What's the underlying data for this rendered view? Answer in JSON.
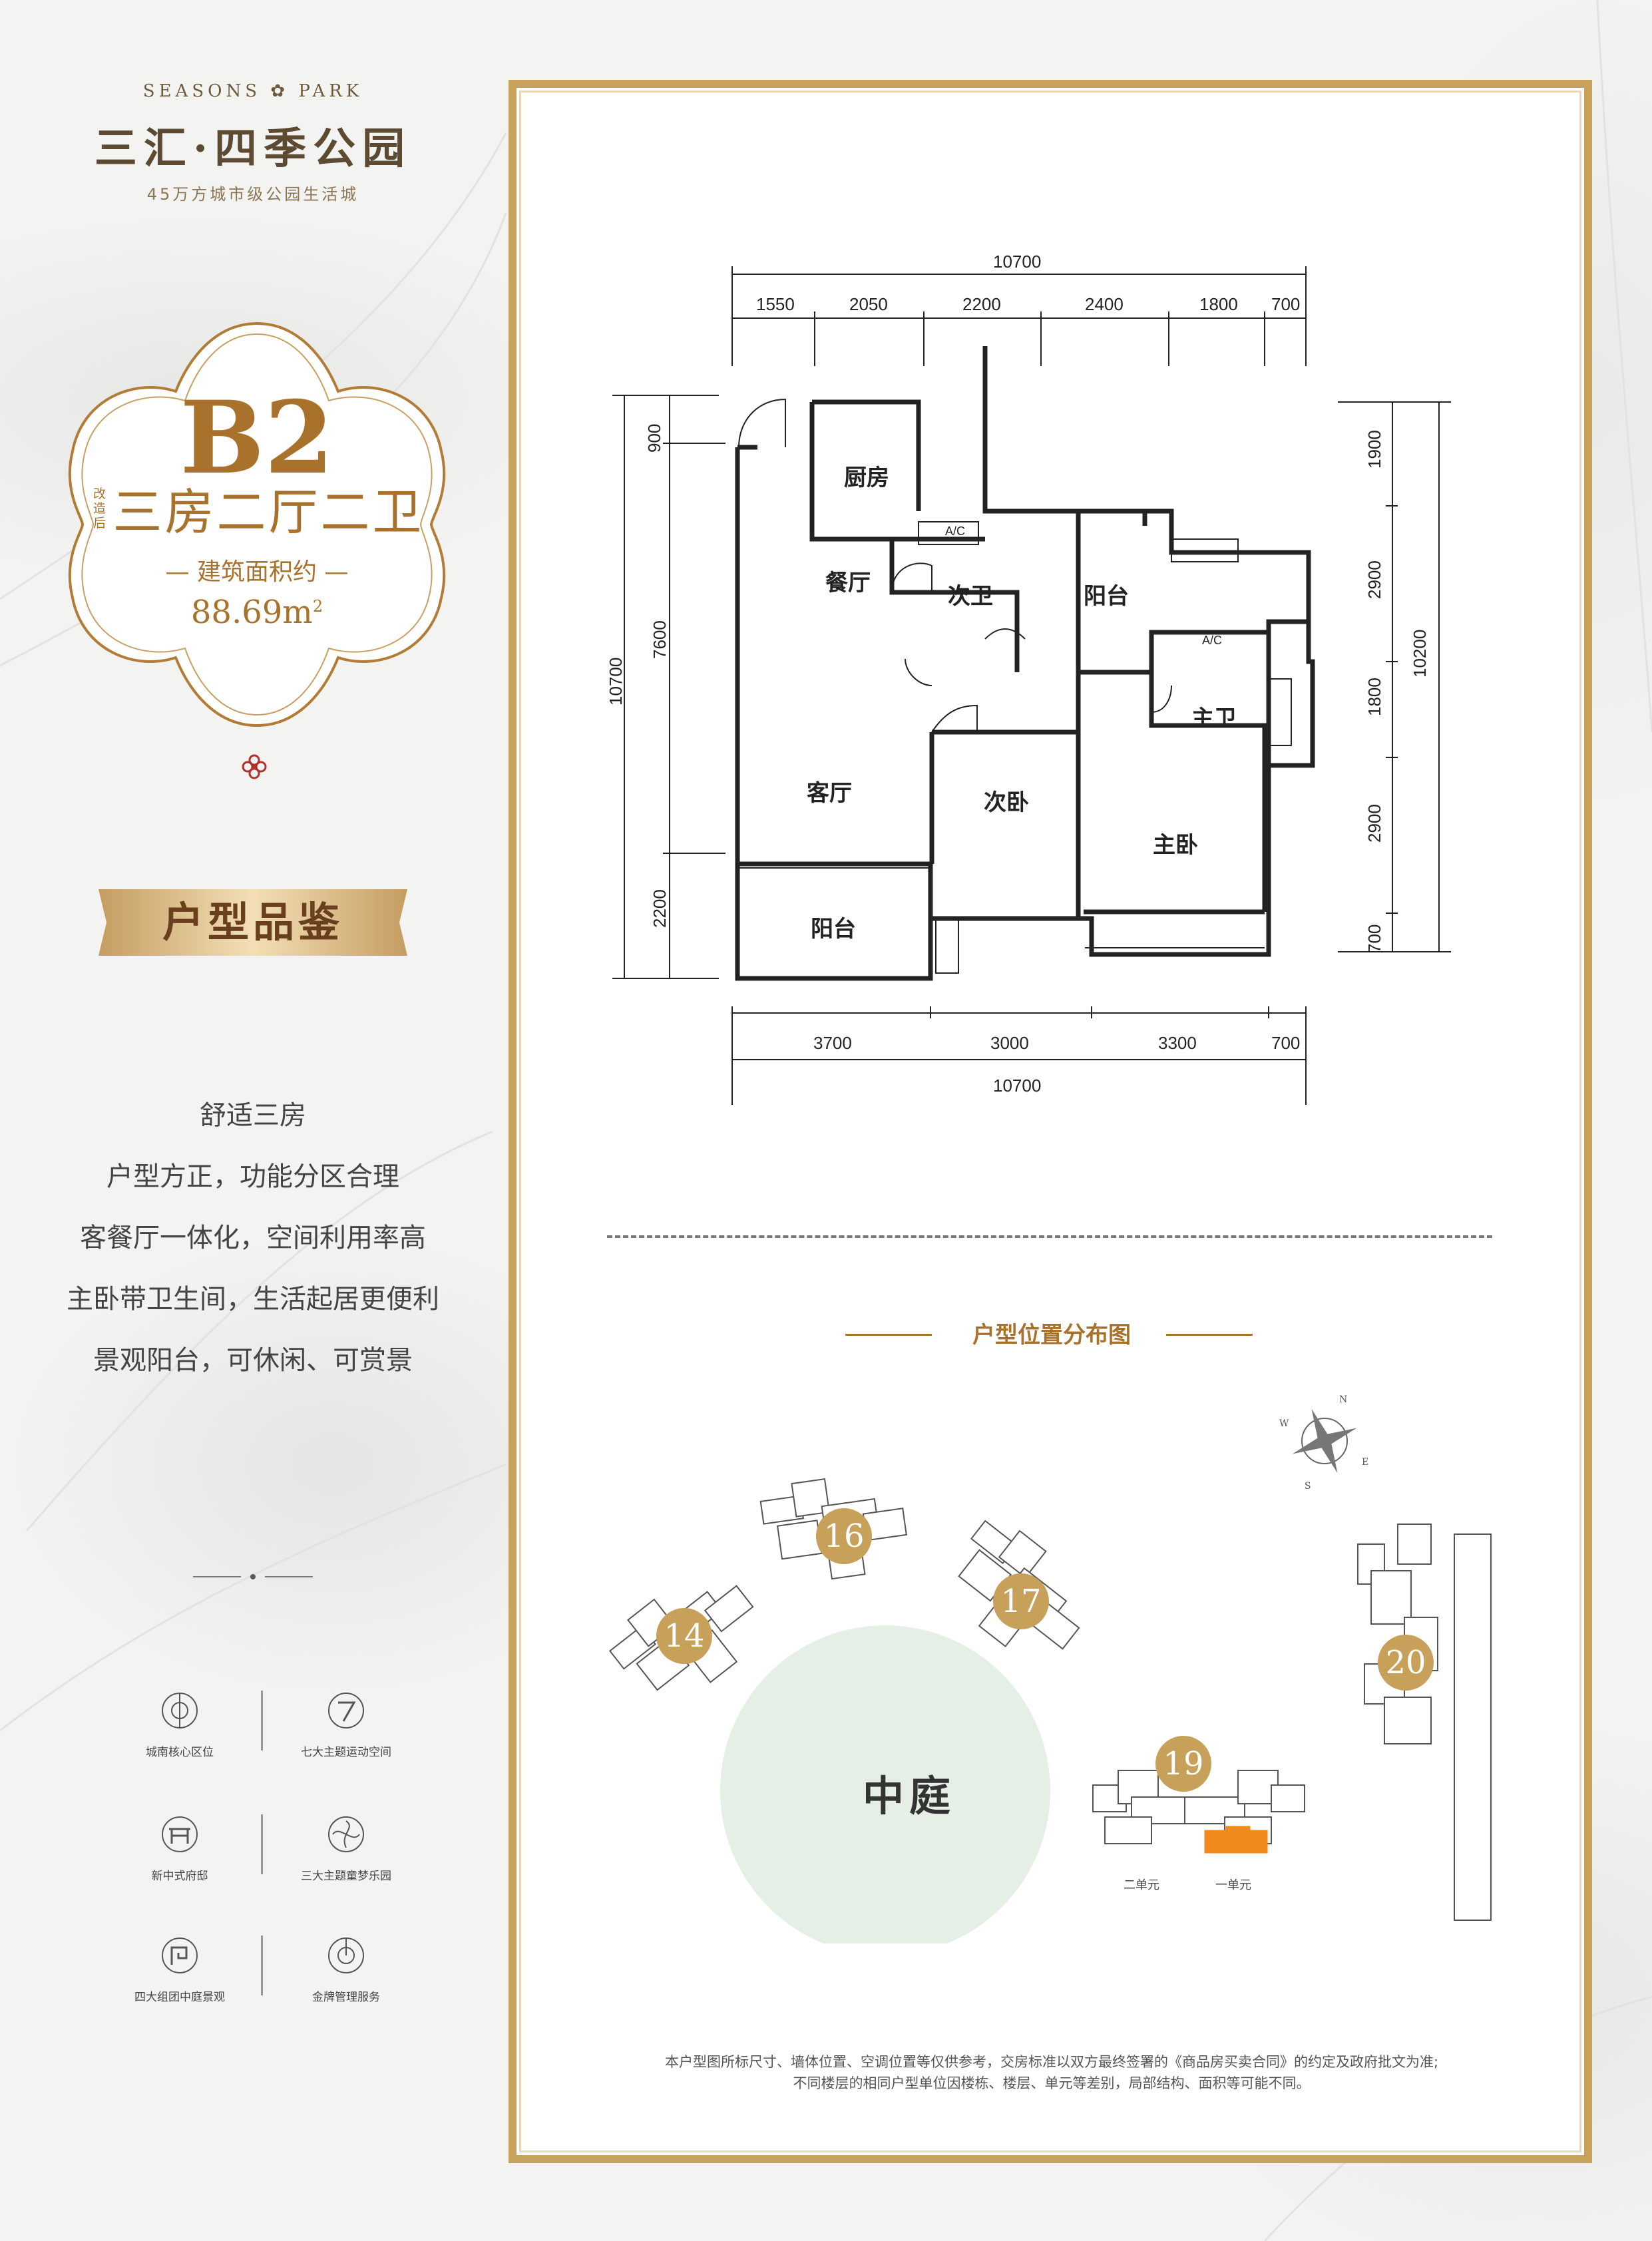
{
  "brand": {
    "name_en": "SEASONS ✿ PARK",
    "name_cn": "三汇·四季公园",
    "tagline": "45万方城市级公园生活城"
  },
  "unit": {
    "code": "B2",
    "note": "改造后",
    "type": "三房二厅二卫",
    "area_label": "— 建筑面积约 —",
    "area_value": "88.69m",
    "area_sup": "2"
  },
  "section_banner": "户型品鉴",
  "features": [
    "舒适三房",
    "户型方正，功能分区合理",
    "客餐厅一体化，空间利用率高",
    "主卧带卫生间，生活起居更便利",
    "景观阳台，可休闲、可赏景"
  ],
  "amenities": [
    {
      "label": "城南核心区位",
      "icon": "target-icon"
    },
    {
      "label": "七大主题运动空间",
      "icon": "seven-icon"
    },
    {
      "label": "新中式府邸",
      "icon": "gate-icon"
    },
    {
      "label": "三大主题童梦乐园",
      "icon": "swirl-icon"
    },
    {
      "label": "四大组团中庭景观",
      "icon": "garden-icon"
    },
    {
      "label": "金牌管理服务",
      "icon": "clock-icon"
    }
  ],
  "floorplan": {
    "rooms": {
      "kitchen": "厨房",
      "dining": "餐厅",
      "second_bath": "次卫",
      "balcony_top": "阳台",
      "master_bath": "主卫",
      "living": "客厅",
      "second_bed": "次卧",
      "master_bed": "主卧",
      "balcony_bottom": "阳台"
    },
    "ac_label": "A/C",
    "dims_top_total": "10700",
    "dims_top": [
      "1550",
      "2050",
      "2200",
      "2400",
      "1800",
      "700"
    ],
    "dims_bottom": [
      "3700",
      "3000",
      "3300",
      "700"
    ],
    "dims_bottom_total": "10700",
    "dims_left_total": "10700",
    "dims_left": [
      "900",
      "7600",
      "2200"
    ],
    "dims_right": [
      "1900",
      "2900",
      "1800",
      "2900",
      "700"
    ],
    "dims_right_total": "10200"
  },
  "location_map": {
    "title": "户型位置分布图",
    "court": "中庭",
    "buildings": [
      "16",
      "14",
      "17",
      "19",
      "20"
    ],
    "unit_two": "二单元",
    "unit_one": "一单元",
    "highlight_color": "#f08a1c",
    "compass": [
      "N",
      "E",
      "S",
      "W"
    ]
  },
  "disclaimer": [
    "本户型图所标尺寸、墙体位置、空调位置等仅供参考，交房标准以双方最终签署的《商品房买卖合同》的约定及政府批文为准;",
    "不同楼层的相同户型单位因楼栋、楼层、单元等差别，局部结构、面积等可能不同。"
  ],
  "colors": {
    "gold": "#c6a25b",
    "bronze": "#a9722c"
  }
}
